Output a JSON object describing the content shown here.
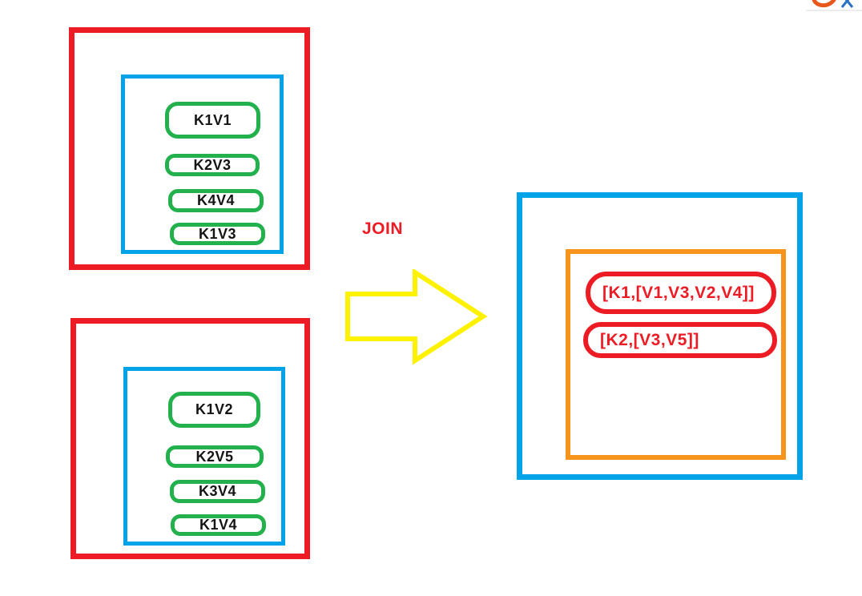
{
  "join_diagram": {
    "operation_label": "JOIN",
    "colors": {
      "frame_red": "#ED1C24",
      "frame_blue": "#00A2E8",
      "pill_green": "#22B14C",
      "frame_orange": "#F7941D",
      "arrow_yellow": "#FFF200",
      "label_black": "#141414",
      "result_text_red": "#ED1C24",
      "logo_orange": "#E8581C",
      "logo_blue": "#2B6FC7"
    },
    "dataset1": {
      "items": [
        "K1V1",
        "K2V3",
        "K4V4",
        "K1V3"
      ]
    },
    "dataset2": {
      "items": [
        "K1V2",
        "K2V5",
        "K3V4",
        "K1V4"
      ]
    },
    "result": {
      "items": [
        "[K1,[V1,V3,V2,V4]]",
        "[K2,[V3,V5]]"
      ]
    },
    "watermark": {
      "icon": "logo-fragment"
    }
  }
}
